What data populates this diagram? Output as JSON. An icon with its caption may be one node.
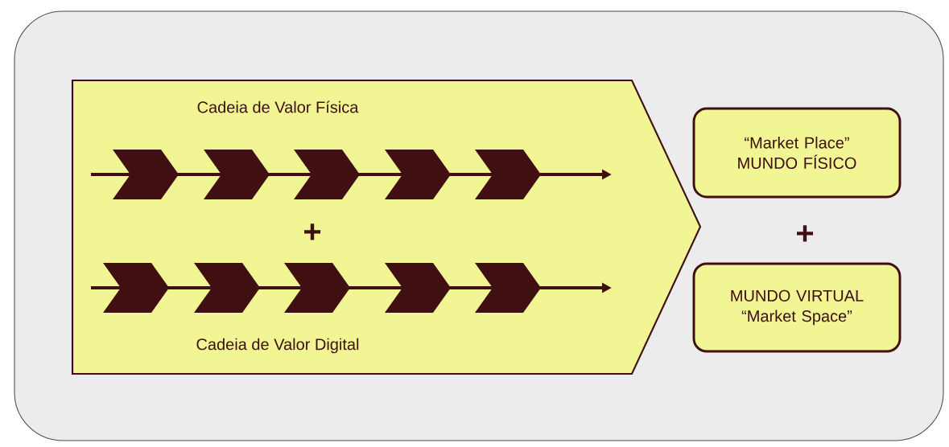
{
  "diagram": {
    "nodes": [
      {
        "text": [
          "Cadeia de Valor Física",
          "Cadeia de Valor Digital"
        ]
      },
      {
        "text": [
          "“Market Place” MUNDO FÍSICO"
        ]
      },
      {
        "text": [
          "MUNDO VIRTUAL “Market Space”"
        ]
      }
    ],
    "labels": [
      "+",
      "+"
    ]
  }
}
